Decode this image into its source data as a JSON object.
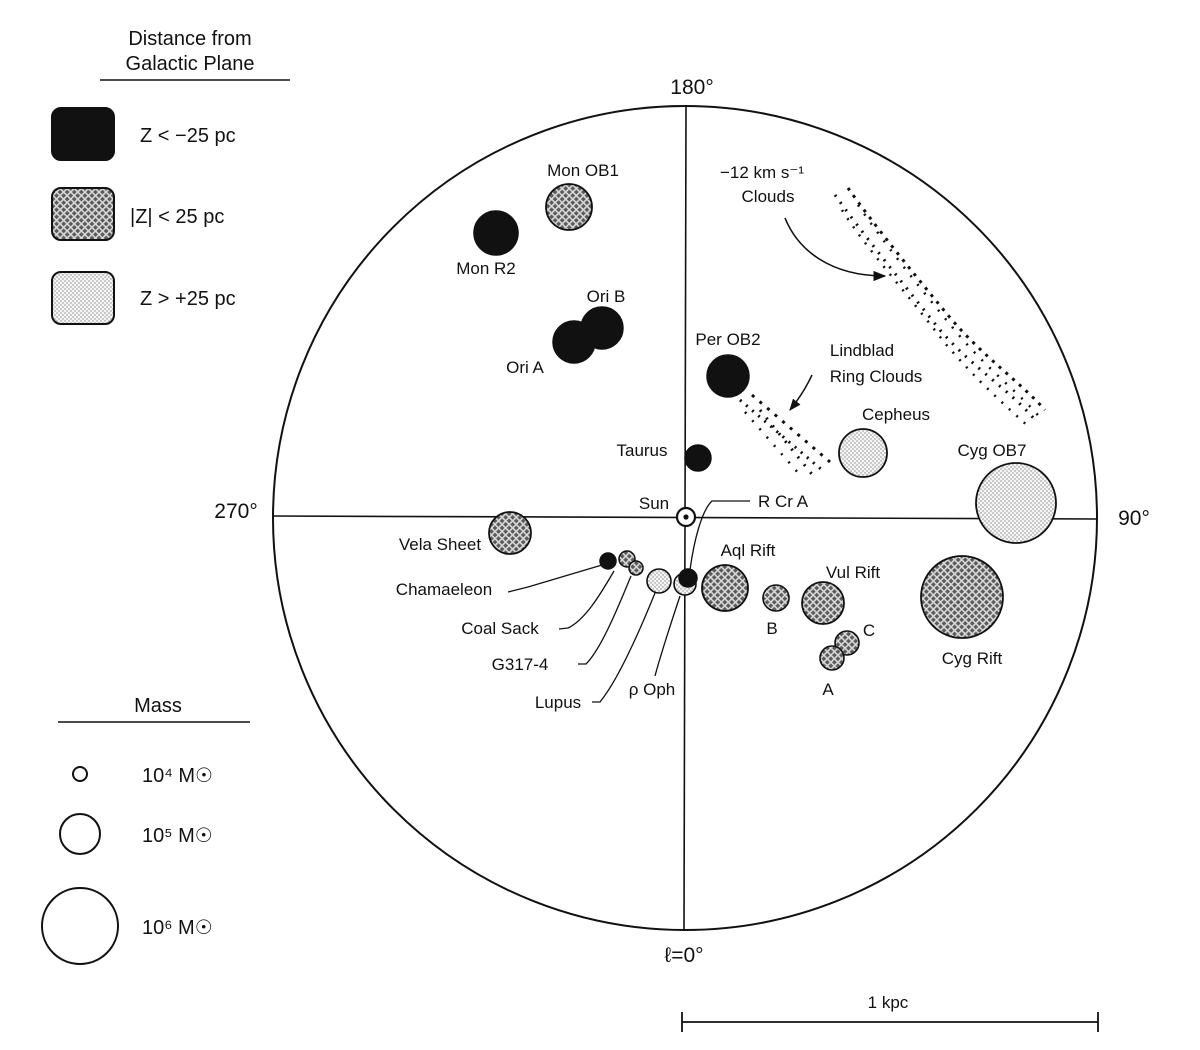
{
  "legend_distance": {
    "title_line1": "Distance from",
    "title_line2": "Galactic Plane",
    "items": [
      {
        "pattern": "solid",
        "label": "Z < −25 pc"
      },
      {
        "pattern": "cross",
        "label": "|Z| < 25 pc"
      },
      {
        "pattern": "stipple",
        "label": "Z > +25 pc"
      }
    ]
  },
  "legend_mass": {
    "title": "Mass",
    "items": [
      {
        "label": "10⁴ M☉"
      },
      {
        "label": "10⁵ M☉"
      },
      {
        "label": "10⁶ M☉"
      }
    ]
  },
  "axes": {
    "top": "180°",
    "left": "270°",
    "right": "90°",
    "bottom": "ℓ=0°"
  },
  "sun_label": "Sun",
  "scale_bar": {
    "label": "1 kpc"
  },
  "clouds": [
    {
      "name": "Mon OB1",
      "pattern": "cross"
    },
    {
      "name": "Mon R2",
      "pattern": "solid"
    },
    {
      "name": "Ori B",
      "pattern": "solid"
    },
    {
      "name": "Ori A",
      "pattern": "solid"
    },
    {
      "name": "Per OB2",
      "pattern": "solid"
    },
    {
      "name": "Taurus",
      "pattern": "solid"
    },
    {
      "name": "Cepheus",
      "pattern": "stipple"
    },
    {
      "name": "Cyg OB7",
      "pattern": "stipple"
    },
    {
      "name": "Vela Sheet",
      "pattern": "cross"
    },
    {
      "name": "Chamaeleon",
      "pattern": "solid"
    },
    {
      "name": "Coal Sack",
      "pattern": "cross"
    },
    {
      "name": "G317-4",
      "pattern": "cross"
    },
    {
      "name": "Lupus",
      "pattern": "stipple"
    },
    {
      "name": "ρ Oph",
      "pattern": "stipple"
    },
    {
      "name": "R Cr A",
      "pattern": "solid"
    },
    {
      "name": "Aql Rift",
      "pattern": "cross"
    },
    {
      "name": "B",
      "pattern": "cross"
    },
    {
      "name": "Vul Rift",
      "pattern": "cross"
    },
    {
      "name": "C",
      "pattern": "cross"
    },
    {
      "name": "A",
      "pattern": "cross"
    },
    {
      "name": "Cyg Rift",
      "pattern": "cross"
    }
  ],
  "annotations": {
    "lindblad_line1": "Lindblad",
    "lindblad_line2": "Ring Clouds",
    "minus12_line1": "−12 km s⁻¹",
    "minus12_line2": "Clouds"
  }
}
